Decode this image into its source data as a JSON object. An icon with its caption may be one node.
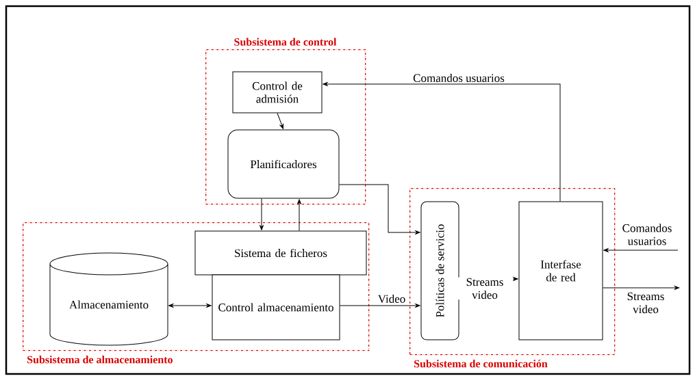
{
  "diagram": {
    "nodes": [
      {
        "text": [
          "Subsistema de control"
        ]
      },
      {
        "text": [
          "Control de admisión"
        ],
        "in": 0
      },
      {
        "text": [
          "Planificadores"
        ],
        "in": 0
      },
      {
        "text": [
          "Subsistema de almacenamiento"
        ]
      },
      {
        "text": [
          "Almacenamiento"
        ],
        "in": 3
      },
      {
        "text": [
          "Sistema de ficheros"
        ],
        "in": 3
      },
      {
        "text": [
          "Control almacenamiento"
        ],
        "in": 3
      },
      {
        "text": [
          "Subsistema de comunicación"
        ]
      },
      {
        "text": [
          "Políticas de servicio"
        ],
        "in": 7
      },
      {
        "text": [
          "Interfase de red"
        ],
        "in": 7
      }
    ],
    "edges": [
      {
        "from": 9,
        "to": 1,
        "arrow": "to",
        "label": "Comandos usuarios"
      },
      {
        "from": 1,
        "to": 2,
        "arrow": "to"
      },
      {
        "from": 2,
        "to": 5,
        "arrow": "to"
      },
      {
        "from": 5,
        "to": 2,
        "arrow": "to"
      },
      {
        "from": 2,
        "to": 8,
        "arrow": "to"
      },
      {
        "from": 4,
        "to": 6,
        "arrow": "both"
      },
      {
        "from": 6,
        "to": 8,
        "arrow": "to",
        "label": "Video"
      },
      {
        "from": 8,
        "to": 9,
        "arrow": "to",
        "label": "Streams video"
      },
      {
        "from": null,
        "to": 9,
        "arrow": "to",
        "label": "Comandos usuarios"
      },
      {
        "from": 9,
        "to": null,
        "arrow": "to",
        "label": "Streams video"
      }
    ]
  }
}
